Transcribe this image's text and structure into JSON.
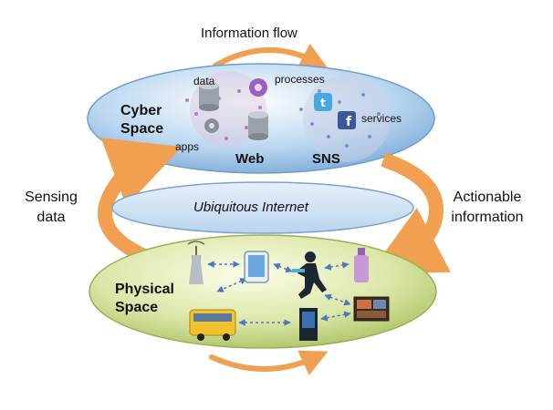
{
  "labels": {
    "information_flow": "Information flow",
    "cyber_space": [
      "Cyber",
      "Space"
    ],
    "physical_space": [
      "Physical",
      "Space"
    ],
    "ubiquitous_internet": "Ubiquitous Internet",
    "sensing_data": [
      "Sensing",
      "data"
    ],
    "actionable_information": [
      "Actionable",
      "information"
    ],
    "data": "data",
    "processes": "processes",
    "services": "services",
    "apps": "apps",
    "web": "Web",
    "sns": "SNS"
  },
  "colors": {
    "cyber_fill": "#bcd7f0",
    "internet_fill": "#cfe2f5",
    "physical_fill": "#dbe7a8",
    "arrow": "#f0a050"
  },
  "icons": [
    "database-icon",
    "gear-icon",
    "twitter-icon",
    "facebook-icon",
    "cell-tower-icon",
    "phone-icon",
    "runner-icon",
    "bottle-icon",
    "bus-icon",
    "kiosk-icon",
    "monitor-icon"
  ]
}
